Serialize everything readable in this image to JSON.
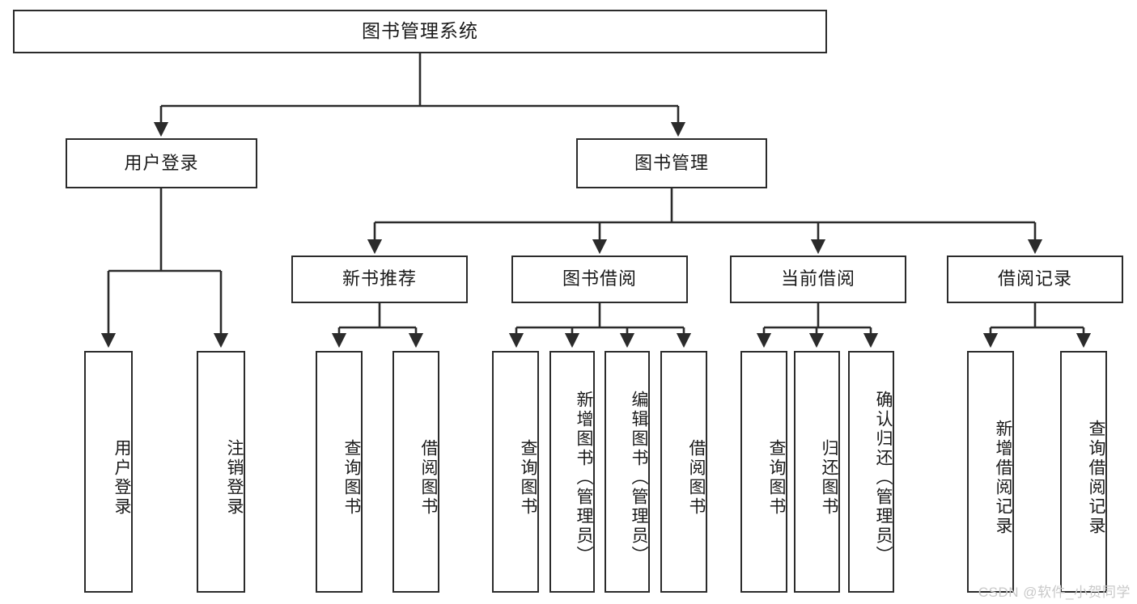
{
  "diagram": {
    "type": "tree-hierarchy",
    "title": "图书管理系统",
    "orientation": "top-down",
    "colors": {
      "stroke": "#2b2b2b",
      "fill": "#ffffff",
      "text": "#1a1a1a",
      "watermark": "#c9c9c9"
    },
    "nodes": {
      "root": {
        "label": "图书管理系统"
      },
      "level2": [
        {
          "id": "user-login",
          "label": "用户登录"
        },
        {
          "id": "book-manage",
          "label": "图书管理"
        }
      ],
      "level3": [
        {
          "id": "new-book-recommend",
          "label": "新书推荐"
        },
        {
          "id": "book-borrow",
          "label": "图书借阅"
        },
        {
          "id": "current-borrow",
          "label": "当前借阅"
        },
        {
          "id": "borrow-record",
          "label": "借阅记录"
        }
      ],
      "leaves": {
        "user-login": [
          {
            "id": "leaf-user-login",
            "label": "用户登录"
          },
          {
            "id": "leaf-logout",
            "label": "注销登录"
          }
        ],
        "new-book-recommend": [
          {
            "id": "leaf-query-book-1",
            "label": "查询图书"
          },
          {
            "id": "leaf-borrow-book-1",
            "label": "借阅图书"
          }
        ],
        "book-borrow": [
          {
            "id": "leaf-query-book-2",
            "label": "查询图书"
          },
          {
            "id": "leaf-add-book",
            "label": "新增图书（管理员）"
          },
          {
            "id": "leaf-edit-book",
            "label": "编辑图书（管理员）"
          },
          {
            "id": "leaf-borrow-book-2",
            "label": "借阅图书"
          }
        ],
        "current-borrow": [
          {
            "id": "leaf-query-book-3",
            "label": "查询图书"
          },
          {
            "id": "leaf-return-book",
            "label": "归还图书"
          },
          {
            "id": "leaf-confirm-return",
            "label": "确认归还（管理员）"
          }
        ],
        "borrow-record": [
          {
            "id": "leaf-add-record",
            "label": "新增借阅记录"
          },
          {
            "id": "leaf-query-record",
            "label": "查询借阅记录"
          }
        ]
      }
    },
    "watermark": "CSDN @软件_小贺同学"
  }
}
